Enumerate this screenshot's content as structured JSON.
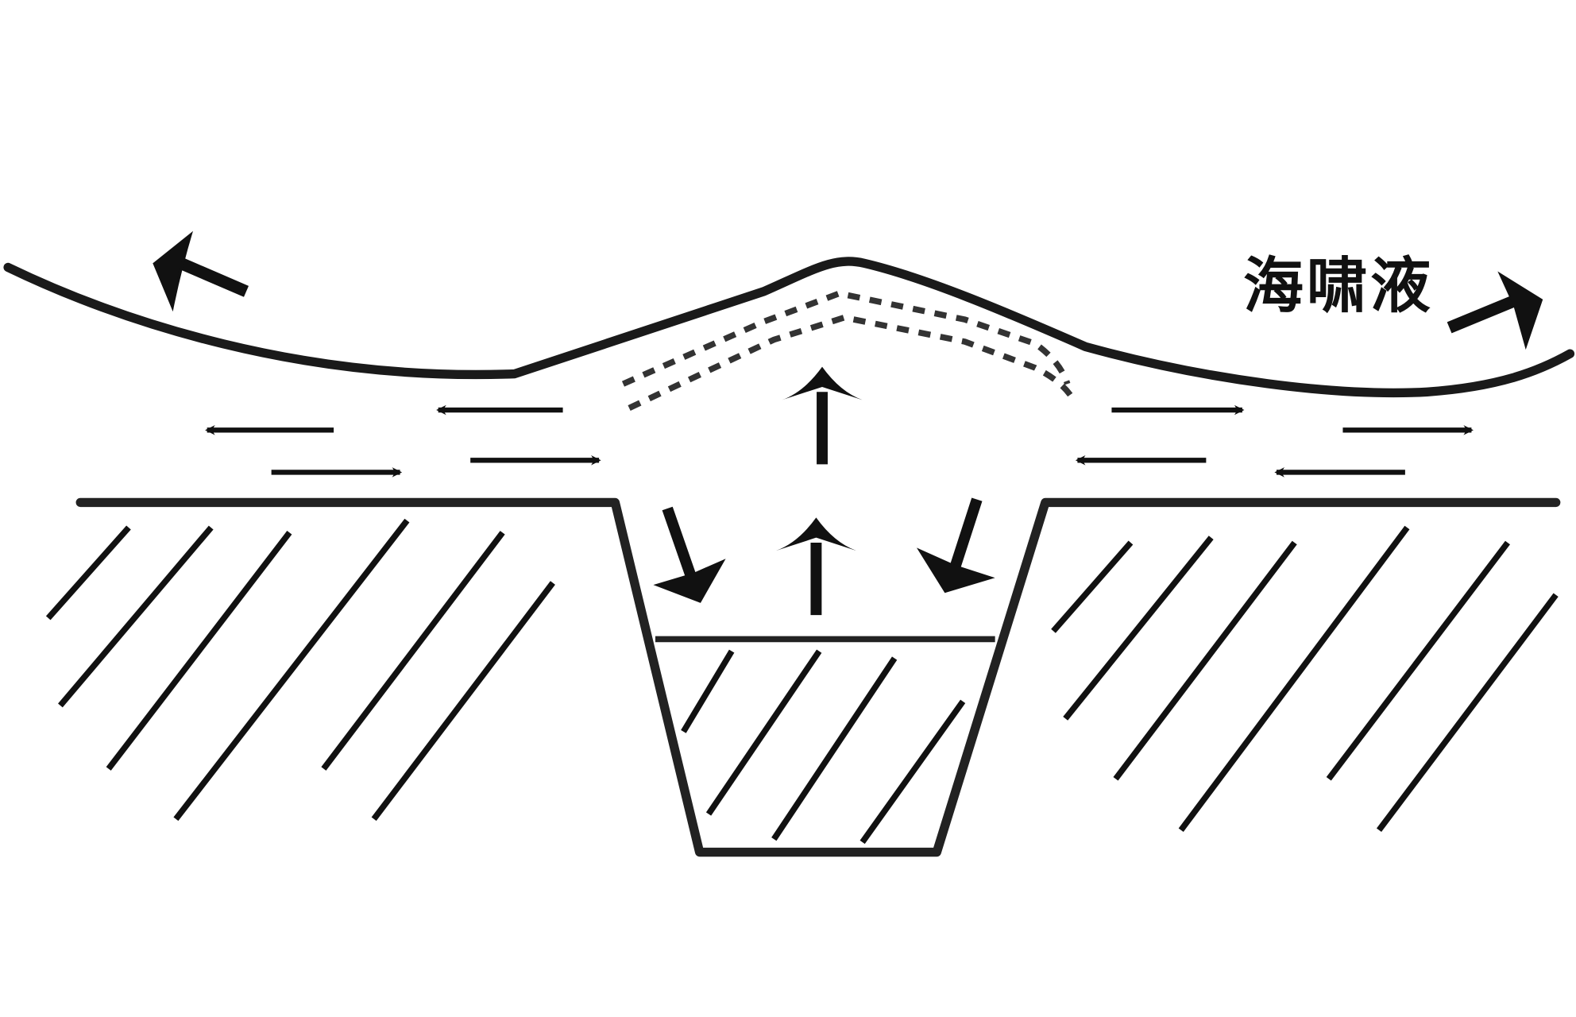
{
  "diagram": {
    "type": "cross-section",
    "subject": "tsunami generation over a sea-floor trench",
    "labels": {
      "tsunami_label": "海啸液"
    },
    "elements": [
      {
        "name": "sea-surface-wave",
        "description": "solid curve with central crest"
      },
      {
        "name": "dashed-wave-lines",
        "description": "two dashed lines beneath crest"
      },
      {
        "name": "seafloor",
        "description": "horizontal line with central trapezoid trench"
      },
      {
        "name": "trench-fill-line",
        "description": "horizontal line inside trench with hatched fill below"
      },
      {
        "name": "hatching",
        "description": "diagonal hatch lines representing crust"
      },
      {
        "name": "outward-arrows",
        "description": "large arrows at wave ends pointing outward"
      },
      {
        "name": "flow-arrows",
        "description": "paired horizontal arrows showing water flow"
      },
      {
        "name": "upward-arrows",
        "description": "vertical arrows pointing up in trench and water"
      },
      {
        "name": "inward-arrows",
        "description": "diagonal arrows pointing into trench"
      }
    ],
    "colors": {
      "stroke": "#1a1a1a",
      "background": "#ffffff"
    }
  }
}
